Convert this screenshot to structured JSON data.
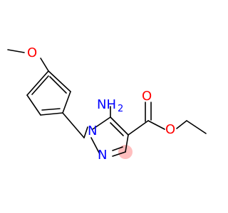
{
  "molecule": {
    "atoms": {
      "methoxy_o": "O",
      "amino_group": "NH",
      "amino_subscript": "2",
      "ring_n1": "N",
      "ring_n2": "N",
      "carbonyl_o": "O",
      "ester_o": "O"
    },
    "colors": {
      "bond": "#000000",
      "oxygen": "#ff0000",
      "nitrogen": "#0000ff",
      "aromatic_highlight": "#ffb3b3"
    }
  }
}
